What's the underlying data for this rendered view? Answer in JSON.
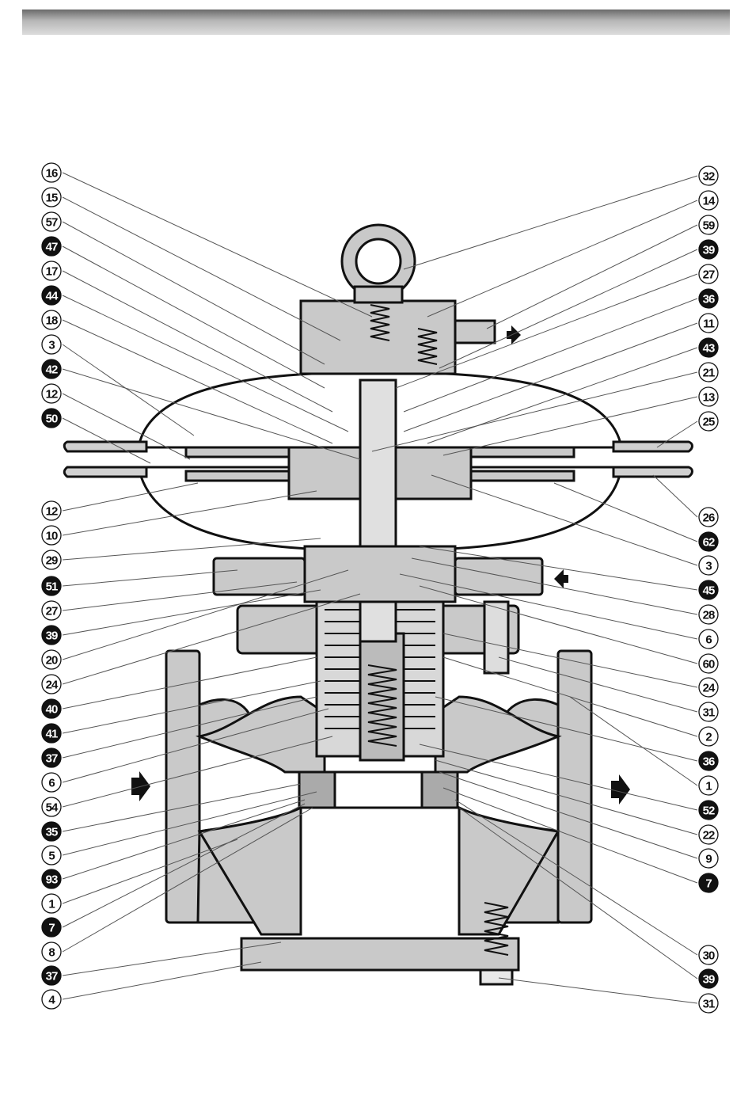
{
  "colors": {
    "part_fill": "#c9c9c9",
    "outline": "#111111",
    "header_bar": "#9a9a9a"
  },
  "callouts_left": [
    {
      "label": "16",
      "filled": false
    },
    {
      "label": "15",
      "filled": false
    },
    {
      "label": "57",
      "filled": false
    },
    {
      "label": "47",
      "filled": true
    },
    {
      "label": "17",
      "filled": false
    },
    {
      "label": "44",
      "filled": true
    },
    {
      "label": "18",
      "filled": false
    },
    {
      "label": "3",
      "filled": false
    },
    {
      "label": "42",
      "filled": true
    },
    {
      "label": "12",
      "filled": false
    },
    {
      "label": "50",
      "filled": true
    },
    {
      "label": "12",
      "filled": false
    },
    {
      "label": "10",
      "filled": false
    },
    {
      "label": "29",
      "filled": false
    },
    {
      "label": "51",
      "filled": true
    },
    {
      "label": "27",
      "filled": false
    },
    {
      "label": "39",
      "filled": true
    },
    {
      "label": "20",
      "filled": false
    },
    {
      "label": "24",
      "filled": false
    },
    {
      "label": "40",
      "filled": true
    },
    {
      "label": "41",
      "filled": true
    },
    {
      "label": "37",
      "filled": true
    },
    {
      "label": "6",
      "filled": false
    },
    {
      "label": "54",
      "filled": false
    },
    {
      "label": "35",
      "filled": true
    },
    {
      "label": "5",
      "filled": false
    },
    {
      "label": "93",
      "filled": true
    },
    {
      "label": "1",
      "filled": false
    },
    {
      "label": "7",
      "filled": true
    },
    {
      "label": "8",
      "filled": false
    },
    {
      "label": "37",
      "filled": true
    },
    {
      "label": "4",
      "filled": false
    }
  ],
  "callouts_right": [
    {
      "label": "32",
      "filled": false
    },
    {
      "label": "14",
      "filled": false
    },
    {
      "label": "59",
      "filled": false
    },
    {
      "label": "39",
      "filled": true
    },
    {
      "label": "27",
      "filled": false
    },
    {
      "label": "36",
      "filled": true
    },
    {
      "label": "11",
      "filled": false
    },
    {
      "label": "43",
      "filled": true
    },
    {
      "label": "21",
      "filled": false
    },
    {
      "label": "13",
      "filled": false
    },
    {
      "label": "25",
      "filled": false
    },
    {
      "label": "26",
      "filled": false
    },
    {
      "label": "62",
      "filled": true
    },
    {
      "label": "3",
      "filled": false
    },
    {
      "label": "45",
      "filled": true
    },
    {
      "label": "28",
      "filled": false
    },
    {
      "label": "6",
      "filled": false
    },
    {
      "label": "60",
      "filled": false
    },
    {
      "label": "24",
      "filled": false
    },
    {
      "label": "31",
      "filled": false
    },
    {
      "label": "2",
      "filled": false
    },
    {
      "label": "36",
      "filled": true
    },
    {
      "label": "1",
      "filled": false
    },
    {
      "label": "52",
      "filled": true
    },
    {
      "label": "22",
      "filled": false
    },
    {
      "label": "9",
      "filled": false
    },
    {
      "label": "7",
      "filled": true
    },
    {
      "label": "30",
      "filled": false
    },
    {
      "label": "39",
      "filled": true
    },
    {
      "label": "31",
      "filled": false
    }
  ]
}
